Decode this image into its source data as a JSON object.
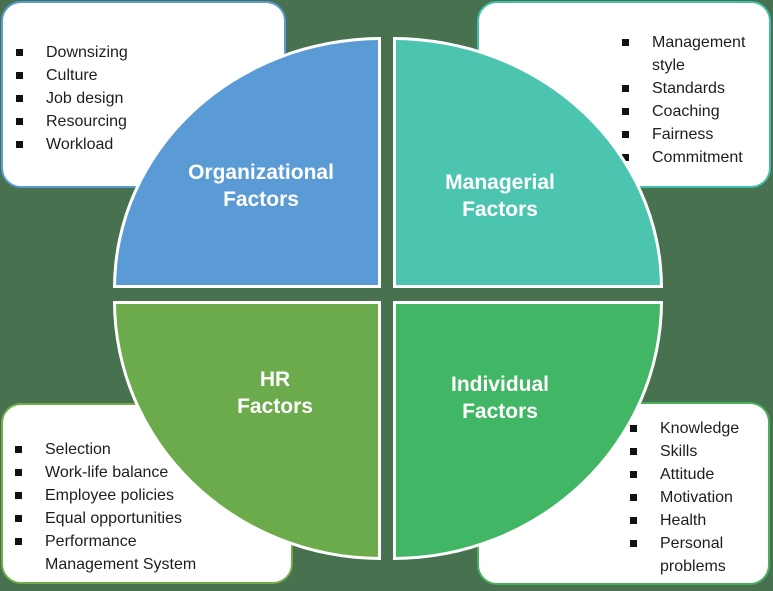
{
  "colors": {
    "bg": "#47714F",
    "quad-blue": "#5B9BD5",
    "quad-teal": "#4CC5B0",
    "quad-green-hr": "#6CAB4B",
    "quad-green-ind": "#41B665",
    "border-blue": "#5B9BD5",
    "border-teal": "#41BFAC",
    "border-green-hr": "#70AD47",
    "border-green-ind": "#4BAE5F",
    "bullet": "#111111",
    "text": "#1d1d1d"
  },
  "quadrants": {
    "organizational": {
      "title_lines": [
        "Organizational",
        "Factors"
      ]
    },
    "managerial": {
      "title_lines": [
        "Managerial",
        "Factors"
      ]
    },
    "hr": {
      "title_lines": [
        "HR",
        "Factors"
      ]
    },
    "individual": {
      "title_lines": [
        "Individual",
        "Factors"
      ]
    }
  },
  "callouts": {
    "organizational": {
      "items": [
        "Downsizing",
        "Culture",
        "Job design",
        "Resourcing",
        "Workload"
      ]
    },
    "managerial": {
      "items": [
        "Management style",
        "Standards",
        "Coaching",
        "Fairness",
        "Commitment"
      ]
    },
    "hr": {
      "items": [
        "Selection",
        "Work-life balance",
        "Employee policies",
        "Equal opportunities",
        "Performance Management System"
      ]
    },
    "individual": {
      "items": [
        "Knowledge",
        "Skills",
        "Attitude",
        "Motivation",
        "Health",
        "Personal problems"
      ]
    }
  }
}
